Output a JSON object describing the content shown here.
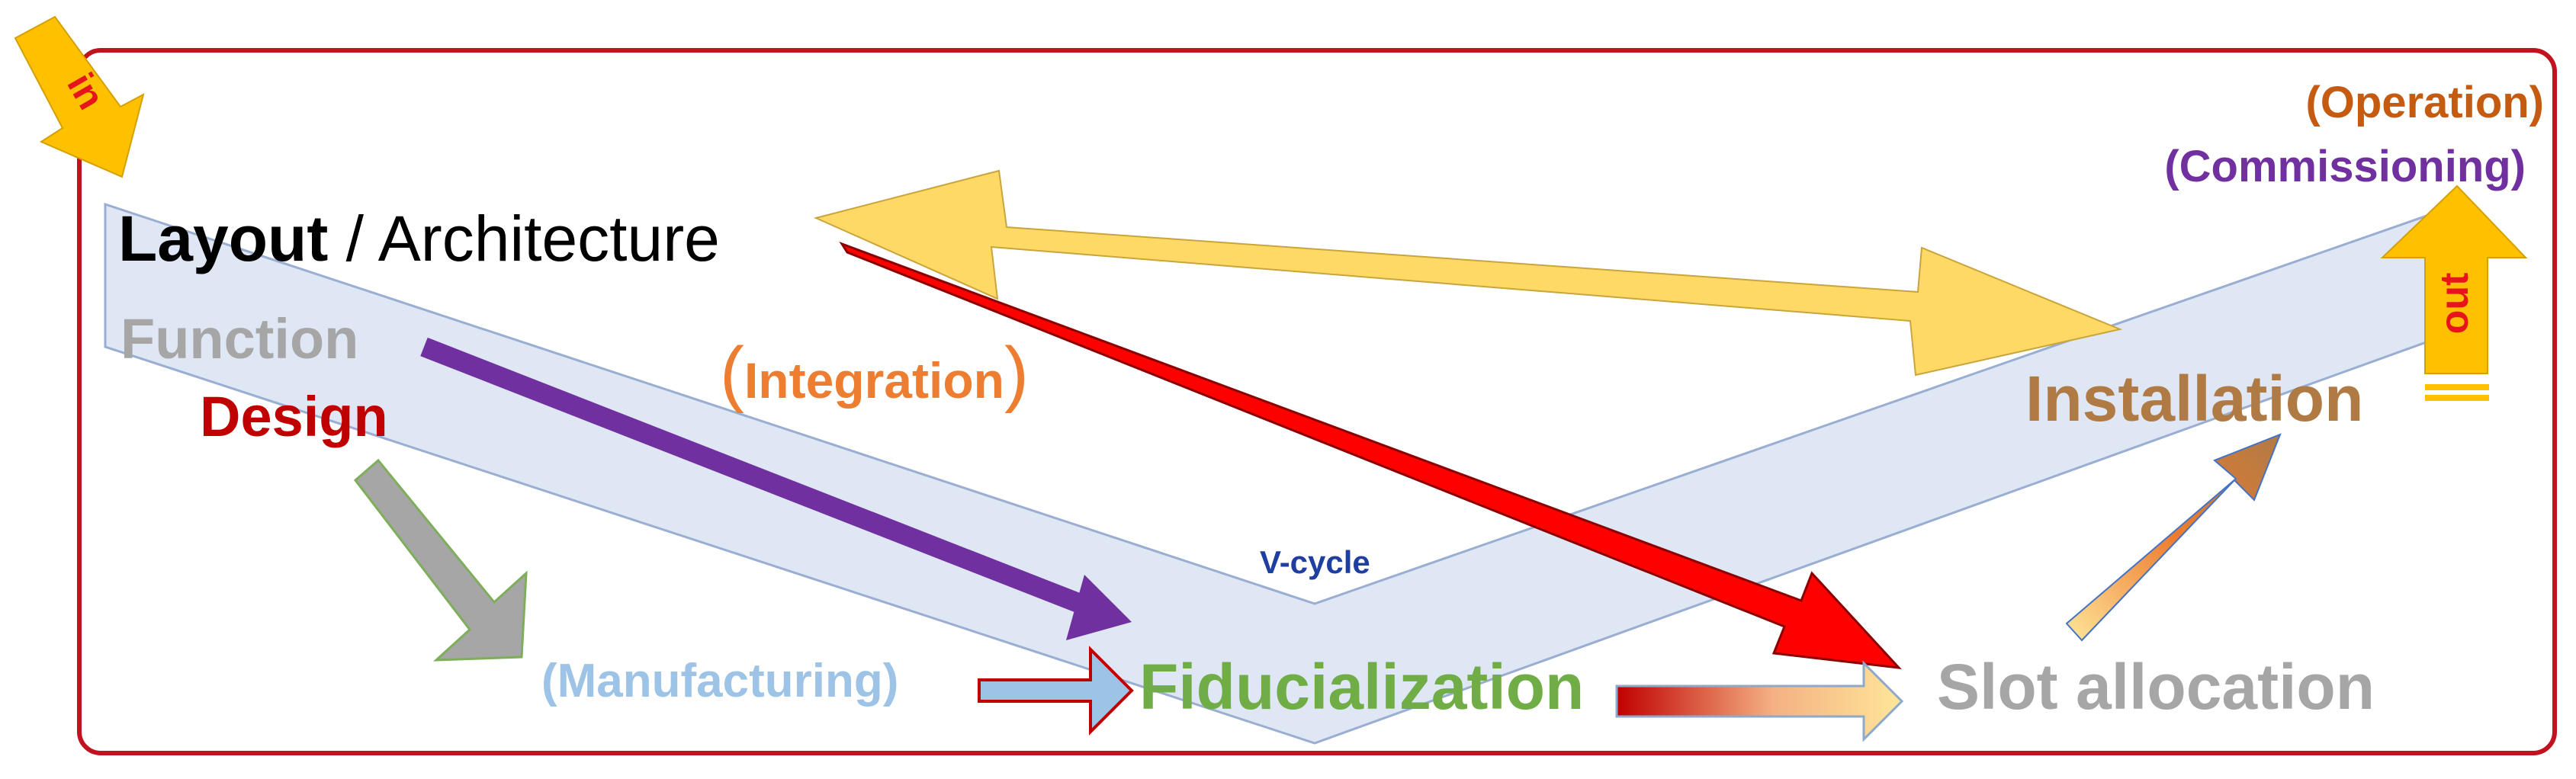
{
  "labels": {
    "in": "in",
    "out": "out",
    "layout_bold": "Layout",
    "layout_rest": " / Architecture",
    "function": "Function",
    "design": "Design",
    "integration_open": "(",
    "integration": "Integration",
    "integration_close": ")",
    "manufacturing": "(Manufacturing)",
    "fiducialization": "Fiducialization",
    "slot_allocation": "Slot allocation",
    "installation": "Installation",
    "operation": "(Operation)",
    "commissioning": "(Commissioning)",
    "vcycle": "V-cycle"
  },
  "colors": {
    "frame": "#c0131f",
    "v_band_fill": "#dfe6f4",
    "v_band_stroke": "#9aaed2",
    "in_out_arrow": "#ffc000",
    "in_out_text": "#e8141c",
    "double_arrow": "#ffd966",
    "red_arrow": "#ff0000",
    "purple_arrow": "#7030a0",
    "gray_arrow": "#a6a6a6",
    "layout_text": "#000000",
    "function_text": "#a6a6a6",
    "design_text": "#c00000",
    "integration_text": "#ed7d31",
    "manufacturing_text": "#9dc3e6",
    "fiducialization_text": "#70ad47",
    "slot_text": "#a6a6a6",
    "installation_text": "#b07a44",
    "operation_text": "#c55a11",
    "commissioning_text": "#7030a0",
    "vcycle_text": "#1f3fa0"
  }
}
